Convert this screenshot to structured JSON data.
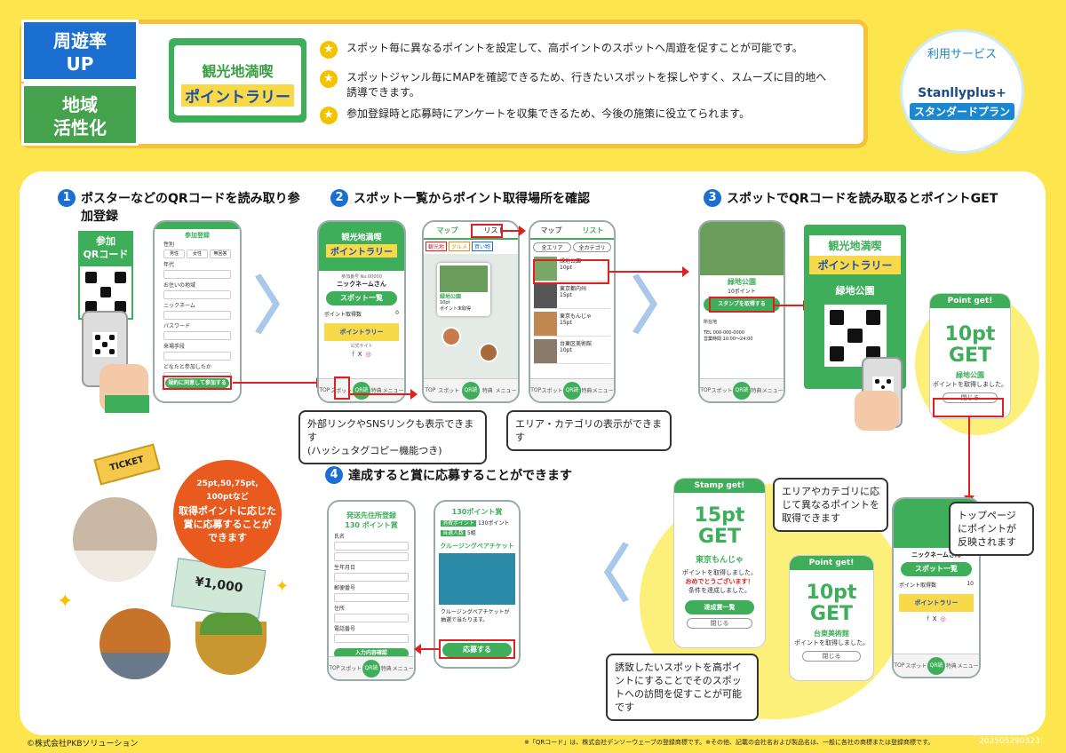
{
  "tags": {
    "t1": "周遊率\nUP",
    "t1a": "周遊率",
    "t1b": "UP",
    "t2a": "地域",
    "t2b": "活性化"
  },
  "banner": {
    "line1": "観光地満喫",
    "line2": "ポイントラリー"
  },
  "bullets": [
    "スポット毎に異なるポイントを設定して、高ポイントのスポットへ周遊を促すことが可能です。",
    "スポットジャンル毎にMAPを確認できるため、行きたいスポットを探しやすく、スムーズに目的地へ誘導できます。",
    "参加登録時と応募時にアンケートを収集できるため、今後の施策に役立てられます。"
  ],
  "service": {
    "label": "利用サービス",
    "name": "Stanllyplus+",
    "plan": "スタンダードプラン"
  },
  "steps": {
    "s1": {
      "num": "1",
      "title": "ポスターなどのQRコードを読み取り参加登録",
      "qr_label": "参加\nQRコード",
      "qr_a": "参加",
      "qr_b": "QRコード"
    },
    "s2": {
      "num": "2",
      "title": "スポット一覧からポイント取得場所を確認"
    },
    "s3": {
      "num": "3",
      "title": "スポットでQRコードを読み取るとポイントGET"
    },
    "s4": {
      "num": "4",
      "title": "達成すると賞に応募することができます"
    }
  },
  "phone_reg": {
    "title": "参加登録",
    "fields": [
      "性別",
      "年代",
      "お住いの地域",
      "ニックネーム",
      "パスワード",
      "来場手段",
      "どなたと参加したか"
    ],
    "gender": [
      "男性",
      "女性",
      "無回答"
    ],
    "submit": "規約に同意して参加する"
  },
  "phone_top": {
    "id": "参加番号 No.00000",
    "name": "ニックネームさん",
    "list_btn": "スポット一覧",
    "pts_label": "ポイント取得数",
    "pts": "0",
    "link": "公式サイト",
    "icons": [
      "f",
      "X",
      "◎"
    ]
  },
  "phone_map": {
    "tab_map": "マップ",
    "tab_list": "リスト",
    "cats": [
      "観光地",
      "グルメ",
      "買い物"
    ],
    "spot": "緑地公園",
    "spot_pt": "10pt",
    "spot_sub": "ポイント未取得"
  },
  "phone_list": {
    "tab_map": "マップ",
    "tab_list": "リスト",
    "filter1": "全エリア",
    "filter2": "全カテゴリ",
    "items": [
      {
        "name": "緑地公園",
        "pt": "10pt"
      },
      {
        "name": "東京都内州",
        "pt": "15pt"
      },
      {
        "name": "東京もんじゃ",
        "pt": "15pt"
      },
      {
        "name": "台東区美術館",
        "pt": "10pt"
      }
    ]
  },
  "nav": [
    "TOP",
    "スポット",
    "QR読取",
    "特典",
    "メニュー"
  ],
  "spot_detail": {
    "name": "緑地公園",
    "pt": "10ポイント",
    "btn": "スタンプを取得する",
    "rows": [
      "所在地",
      "TEL",
      "営業時間"
    ],
    "tel": "000-000-0000",
    "hours": "10:00〜24:00"
  },
  "poster": {
    "line1": "観光地満喫",
    "line2": "ポイントラリー",
    "spot": "緑地公園"
  },
  "get1": {
    "head": "Point get!",
    "pt": "10pt",
    "get": "GET",
    "spot": "緑地公園",
    "msg": "ポイントを取得しました。",
    "close": "閉じる"
  },
  "callouts": {
    "c1a": "外部リンクやSNSリンクも表示できます",
    "c1b": "(ハッシュタグコピー機能つき)",
    "c2": "エリア・カテゴリの表示ができます",
    "c3": "エリアやカテゴリに応じて異なるポイントを取得できます",
    "c4": "トップページにポイントが反映されます",
    "c5": "誘致したいスポットを高ポイントにすることでそのスポットへの訪問を促すことが可能です"
  },
  "prize_circle": {
    "l1": "25pt,50,75pt,",
    "l2": "100ptなど",
    "l3": "取得ポイントに応じた",
    "l4": "賞に応募することが",
    "l5": "できます"
  },
  "ticket": "TICKET",
  "voucher": "¥1,000",
  "apply_form": {
    "title1": "発送先住所登録",
    "title2": "130 ポイント賞",
    "fields": [
      "氏名",
      "生年月日",
      "郵便番号",
      "住所",
      "電話番号"
    ],
    "btn": "入力内容確認"
  },
  "prize_card": {
    "title": "130ポイント賞",
    "r1k": "消費ポイント",
    "r1v": "130ポイント",
    "r2k": "当選人数",
    "r2v": "5組",
    "name": "クルージングペアチケット",
    "desc": "クルージングペアチケットが抽選で当たります。",
    "btn": "応募する"
  },
  "stamp": {
    "head": "Stamp get!",
    "pt": "15pt",
    "get": "GET",
    "spot": "東京もんじゃ",
    "msg": "ポイントを取得しました。",
    "congrats": "おめでとうございます！",
    "achieved": "条件を達成しました。",
    "btn": "達成賞一覧",
    "close": "閉じる"
  },
  "get2": {
    "head": "Point get!",
    "pt": "10pt",
    "get": "GET",
    "spot": "台東美術館",
    "msg": "ポイントを取得しました。",
    "close": "閉じる"
  },
  "top2": {
    "name": "ニックネームさん",
    "list_btn": "スポット一覧",
    "pts_label": "ポイント取得数",
    "pts": "10"
  },
  "footer": {
    "copy": "©株式会社PKBソリューション",
    "note": "※「QRコード」は、株式会社デンソーウェーブの登録商標です。※その他、記載の会社名および製品名は、一般に各社の商標または登録商標です。",
    "code": "202505290323"
  },
  "colors": {
    "bg": "#fde54e",
    "green": "#3fae5a",
    "blue": "#1a6fd0",
    "red": "#e02020",
    "orange": "#e85a1e"
  }
}
